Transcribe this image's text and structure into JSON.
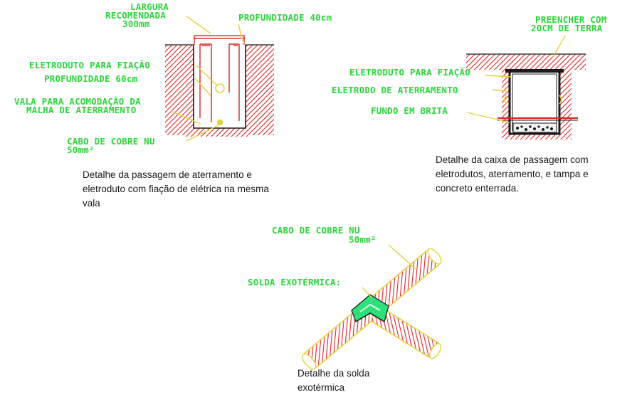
{
  "detail1": {
    "label_width_1": "LARGURA",
    "label_width_2": "RECOMENDADA",
    "label_width_3": "300mm",
    "label_depth40": "PROFUNDIDADE 40cm",
    "label_conduit": "ELETRODUTO PARA FIAÇÃO",
    "label_depth60": "PROFUNDIDADE 60cm",
    "label_trench_1": "VALA PARA ACOMODAÇÃO DA",
    "label_trench_2": "MALHA DE ATERRAMENTO",
    "label_cable_1": "CABO DE COBRE NU",
    "label_cable_2": "50mm²",
    "caption_1": "Detalhe da passagem de aterramento e",
    "caption_2": "eletroduto com fiação de elétrica na mesma",
    "caption_3": "vala"
  },
  "detail2": {
    "label_fill_1": "PREENCHER COM",
    "label_fill_2": "20CM DE TERRA",
    "label_conduit": "ELETRODUTO PARA FIAÇÃO",
    "label_electrode": "ELETRODO DE ATERRAMENTO",
    "label_gravel": "FUNDO EM BRITA",
    "caption_1": "Detalhe da caixa de passagem com",
    "caption_2": "eletrodutos, aterramento, e tampa e",
    "caption_3": "concreto enterrada."
  },
  "detail3": {
    "label_cable_1": "CABO DE COBRE NU",
    "label_cable_2": "50mm²",
    "label_weld": "SOLDA EXOTÉRMICA:",
    "caption_1": "Detalhe da solda",
    "caption_2": "exotérmica"
  },
  "colors": {
    "label": "#2bd63a",
    "leader": "#e6d23c",
    "hatch": "#e02525",
    "line": "#1a1a1a"
  }
}
